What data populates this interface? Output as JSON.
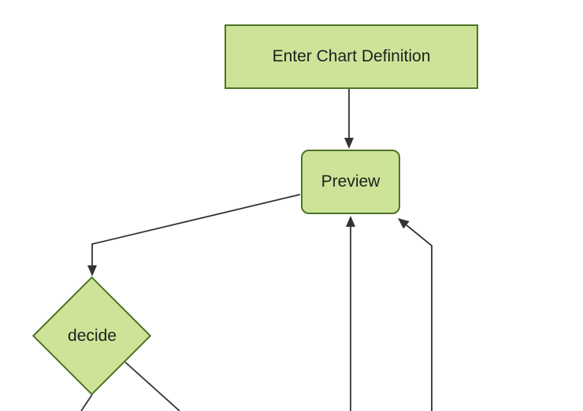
{
  "diagram": {
    "type": "flowchart",
    "direction": "top-down",
    "colors": {
      "background": "#ffffff",
      "node_fill": "#cde498",
      "node_border": "#4e7327",
      "edge": "#333333",
      "text": "#1f1f1f"
    },
    "nodes": {
      "enter_chart_definition": {
        "label": "Enter Chart Definition",
        "shape": "rectangle"
      },
      "preview": {
        "label": "Preview",
        "shape": "rounded-rectangle"
      },
      "decide": {
        "label": "decide",
        "shape": "diamond"
      }
    },
    "edges": [
      {
        "from": "enter_chart_definition",
        "to": "preview",
        "style": "arrow"
      },
      {
        "from": "preview",
        "to": "decide",
        "style": "arrow"
      },
      {
        "from": "offscreen-bottom",
        "to": "preview",
        "style": "arrow"
      },
      {
        "from": "offscreen-bottom-right",
        "to": "preview",
        "style": "arrow"
      },
      {
        "from": "decide",
        "to": "offscreen-bottom-left",
        "style": "line-cropped"
      },
      {
        "from": "decide",
        "to": "offscreen-bottom-right",
        "style": "line-cropped"
      }
    ]
  }
}
